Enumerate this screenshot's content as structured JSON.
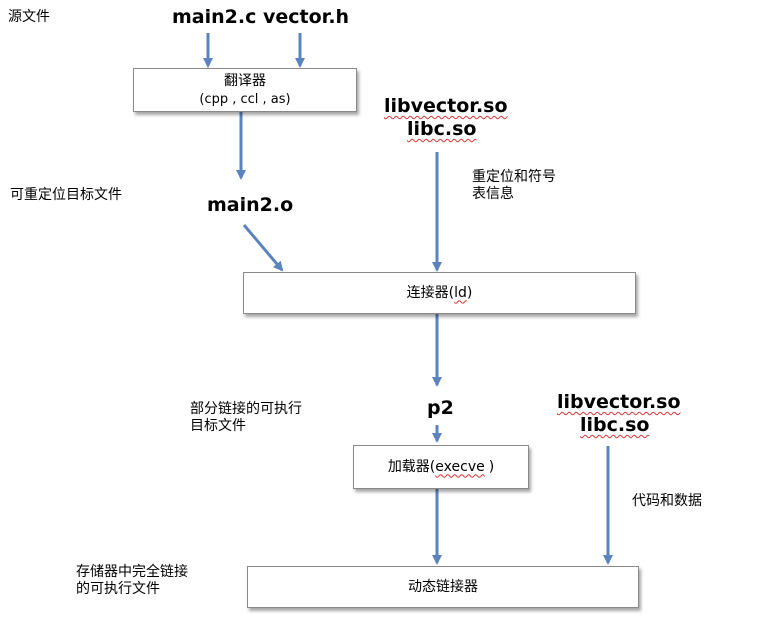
{
  "labels": {
    "source_files": "源文件",
    "relocatable_object": "可重定位目标文件",
    "reloc_symbol_info_line1": "重定位和符号",
    "reloc_symbol_info_line2": "表信息",
    "partially_linked_line1": "部分链接的可执行",
    "partially_linked_line2": "目标文件",
    "code_and_data": "代码和数据",
    "fully_linked_line1": "存储器中完全链接",
    "fully_linked_line2": "的可执行文件"
  },
  "files": {
    "main2_c": "main2.c",
    "vector_h": "vector.h",
    "main2_o": "main2.o",
    "libvector_so_1": "libvector.so",
    "libc_so_1": "libc.so",
    "p2": "p2",
    "libvector_so_2": "libvector.so",
    "libc_so_2": "libc.so"
  },
  "boxes": {
    "translator_title": "翻译器",
    "translator_sub": "(cpp , ccl , as)",
    "linker_prefix": "连接器(",
    "linker_tool": "ld",
    "linker_suffix": ")",
    "loader_prefix": "加载器(",
    "loader_tool": "execve",
    "loader_suffix": ")",
    "dynamic_linker": "动态链接器"
  },
  "colors": {
    "arrow": "#5b84bf",
    "box_border": "#8a8a8a",
    "spellcheck_underline": "#d33"
  }
}
